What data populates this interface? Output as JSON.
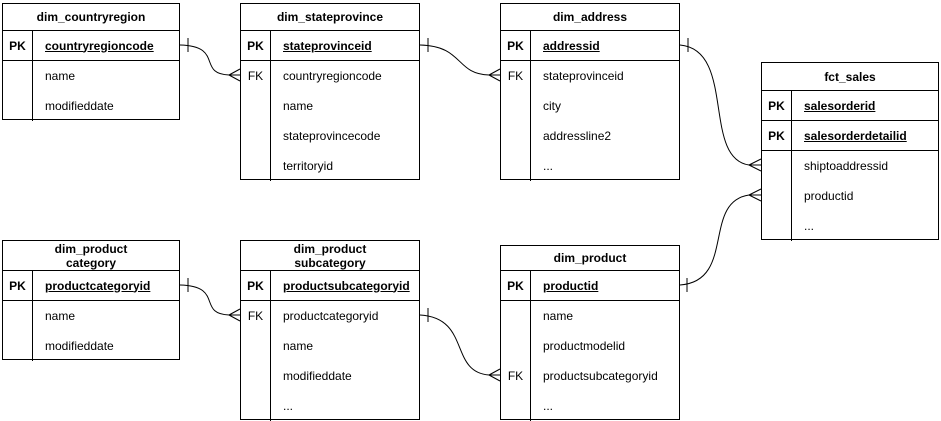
{
  "diagram": {
    "type": "entity-relationship-diagram",
    "colors": {
      "line": "#000000",
      "background": "#ffffff",
      "text": "#000000"
    }
  },
  "entities": [
    {
      "title": "dim_countryregion",
      "rows": [
        {
          "key": "PK",
          "name": "countryregioncode"
        },
        {
          "key": "",
          "name": "name"
        },
        {
          "key": "",
          "name": "modifieddate"
        }
      ]
    },
    {
      "title": "dim_stateprovince",
      "rows": [
        {
          "key": "PK",
          "name": "stateprovinceid"
        },
        {
          "key": "FK",
          "name": "countryregioncode"
        },
        {
          "key": "",
          "name": "name"
        },
        {
          "key": "",
          "name": "stateprovincecode"
        },
        {
          "key": "",
          "name": "territoryid"
        }
      ]
    },
    {
      "title": "dim_address",
      "rows": [
        {
          "key": "PK",
          "name": "addressid"
        },
        {
          "key": "FK",
          "name": "stateprovinceid"
        },
        {
          "key": "",
          "name": "city"
        },
        {
          "key": "",
          "name": "addressline2"
        },
        {
          "key": "",
          "name": "..."
        }
      ]
    },
    {
      "title": "fct_sales",
      "rows": [
        {
          "key": "PK",
          "name": "salesorderid"
        },
        {
          "key": "PK",
          "name": "salesorderdetailid"
        },
        {
          "key": "",
          "name": "shiptoaddressid"
        },
        {
          "key": "",
          "name": "productid"
        },
        {
          "key": "",
          "name": "..."
        }
      ]
    },
    {
      "title": "dim_product\ncategory",
      "rows": [
        {
          "key": "PK",
          "name": "productcategoryid"
        },
        {
          "key": "",
          "name": "name"
        },
        {
          "key": "",
          "name": "modifieddate"
        }
      ]
    },
    {
      "title": "dim_product\nsubcategory",
      "rows": [
        {
          "key": "PK",
          "name": "productsubcategoryid"
        },
        {
          "key": "FK",
          "name": "productcategoryid"
        },
        {
          "key": "",
          "name": "name"
        },
        {
          "key": "",
          "name": "modifieddate"
        },
        {
          "key": "",
          "name": "..."
        }
      ]
    },
    {
      "title": "dim_product",
      "rows": [
        {
          "key": "PK",
          "name": "productid"
        },
        {
          "key": "",
          "name": "name"
        },
        {
          "key": "",
          "name": "productmodelid"
        },
        {
          "key": "FK",
          "name": "productsubcategoryid"
        },
        {
          "key": "",
          "name": "..."
        }
      ]
    }
  ],
  "relationships": [
    {
      "from": "dim_countryregion.countryregioncode",
      "to": "dim_stateprovince.countryregioncode",
      "from_cardinality": "one",
      "to_cardinality": "many"
    },
    {
      "from": "dim_stateprovince.stateprovinceid",
      "to": "dim_address.stateprovinceid",
      "from_cardinality": "one",
      "to_cardinality": "many"
    },
    {
      "from": "dim_address.addressid",
      "to": "fct_sales.shiptoaddressid",
      "from_cardinality": "one",
      "to_cardinality": "many"
    },
    {
      "from": "dim_product.productid",
      "to": "fct_sales.productid",
      "from_cardinality": "one",
      "to_cardinality": "many"
    },
    {
      "from": "dim_productcategory.productcategoryid",
      "to": "dim_productsubcategory.productcategoryid",
      "from_cardinality": "one",
      "to_cardinality": "many"
    },
    {
      "from": "dim_productsubcategory.productsubcategoryid",
      "to": "dim_product.productsubcategoryid",
      "from_cardinality": "one",
      "to_cardinality": "many"
    }
  ]
}
